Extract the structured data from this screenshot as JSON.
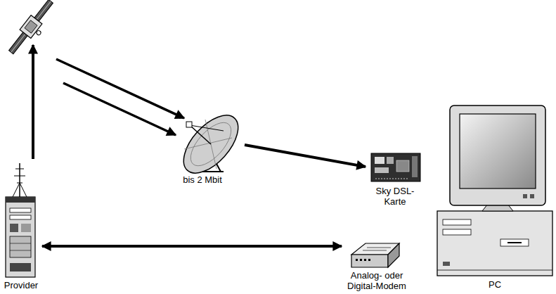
{
  "diagram": {
    "nodes": [
      {
        "text": [
          "Provider"
        ]
      },
      {
        "text": [
          "bis 2 Mbit"
        ]
      },
      {
        "text": [
          "Sky DSL-Karte"
        ]
      },
      {
        "text": [
          "Analog- oder Digital-Modem"
        ]
      },
      {
        "text": [
          "PC"
        ]
      }
    ],
    "edges": [
      {
        "from": 1,
        "to": 2,
        "arrow": "to"
      },
      {
        "from": 0,
        "to": 3,
        "arrow": "both"
      }
    ]
  }
}
